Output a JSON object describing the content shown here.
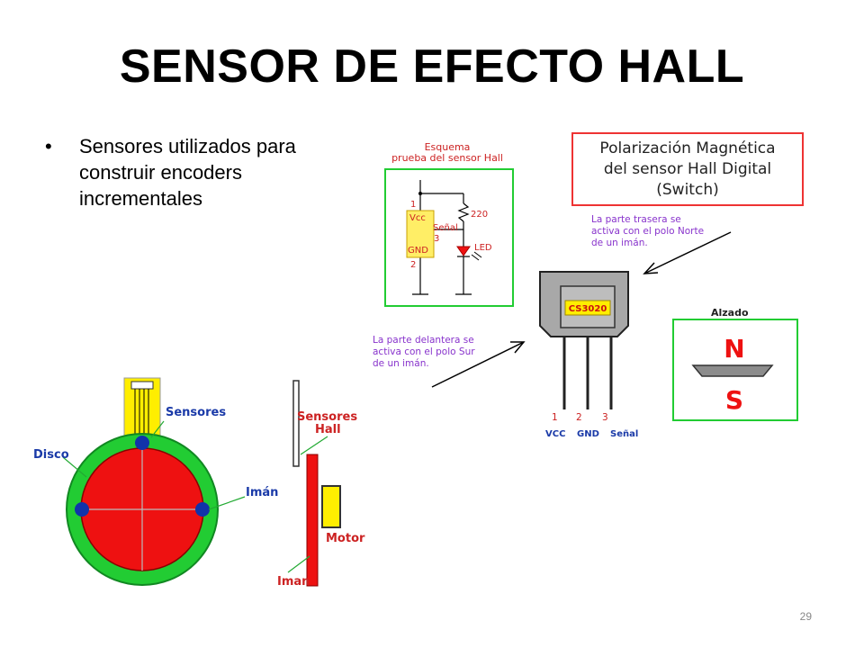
{
  "slide": {
    "title": "SENSOR DE EFECTO HALL",
    "bullet": "Sensores utilizados para construir encoders incrementales",
    "page_number": "29"
  },
  "schematic": {
    "title_line1": "Esquema",
    "title_line2": "prueba del sensor Hall",
    "pin1": "1",
    "pin2": "2",
    "pin3": "3",
    "vcc": "Vcc",
    "gnd": "GND",
    "signal": "Señal",
    "resistor": "220",
    "led": "LED"
  },
  "polarization": {
    "title_line1": "Polarización Magnética",
    "title_line2": "del sensor Hall Digital",
    "title_line3": "(Switch)",
    "rear_note": [
      "La parte trasera se",
      "activa con el polo Norte",
      "de un imán."
    ],
    "front_note": [
      "La parte delantera se",
      "activa con el polo Sur",
      "de un imán."
    ],
    "chip_label": "CS3020",
    "pin_numbers": [
      "1",
      "2",
      "3"
    ],
    "pin_names": [
      "VCC",
      "GND",
      "Señal"
    ],
    "elevation_label": "Alzado",
    "north": "N",
    "south": "S"
  },
  "encoder": {
    "sensors": "Sensores",
    "disk": "Disco",
    "magnet": "Imán",
    "hall_sensors_line1": "Sensores",
    "hall_sensors_line2": "Hall",
    "motor": "Motor",
    "magnet_side": "Iman"
  },
  "colors": {
    "green": "#22cc33",
    "red": "#ee1111",
    "yellow": "#ffee00",
    "blue": "#1133aa",
    "label_blue": "#1a3aa8",
    "label_red": "#cc2222",
    "purple": "#8833cc",
    "chip_gray": "#a8a8a8"
  }
}
